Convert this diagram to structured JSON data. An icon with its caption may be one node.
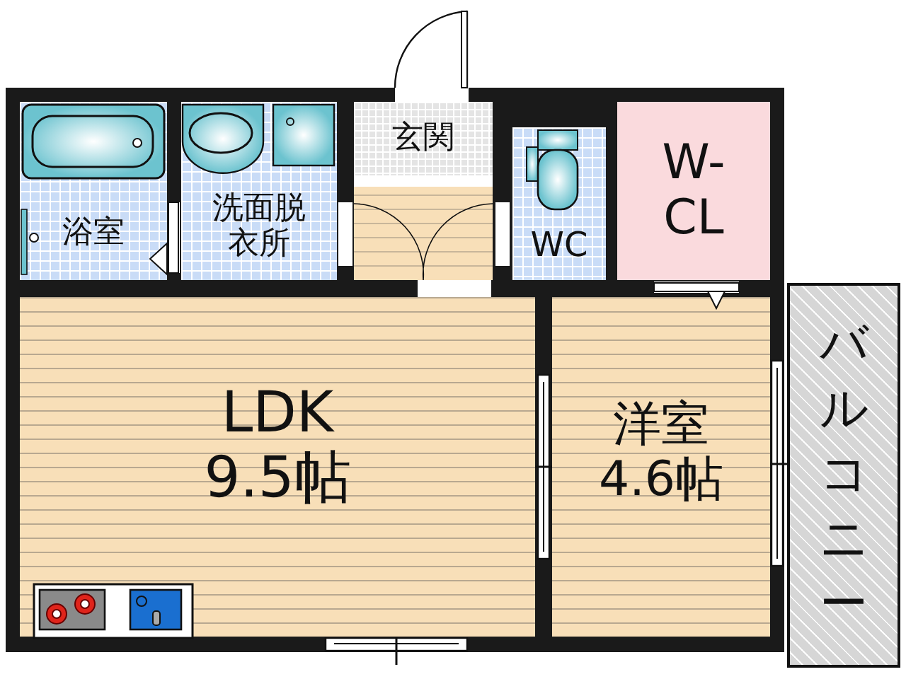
{
  "diagram": {
    "nodes": [
      {
        "text": [
          "浴室"
        ]
      },
      {
        "text": [
          "洗面脱衣所"
        ]
      },
      {
        "text": [
          "玄関"
        ]
      },
      {
        "text": [
          "WC"
        ]
      },
      {
        "text": [
          "W-CL"
        ]
      },
      {
        "text": [
          "LDK",
          "9.5帖"
        ]
      },
      {
        "text": [
          "洋室",
          "4.6帖"
        ]
      },
      {
        "text": [
          "バルコニー"
        ]
      }
    ],
    "edges": []
  }
}
